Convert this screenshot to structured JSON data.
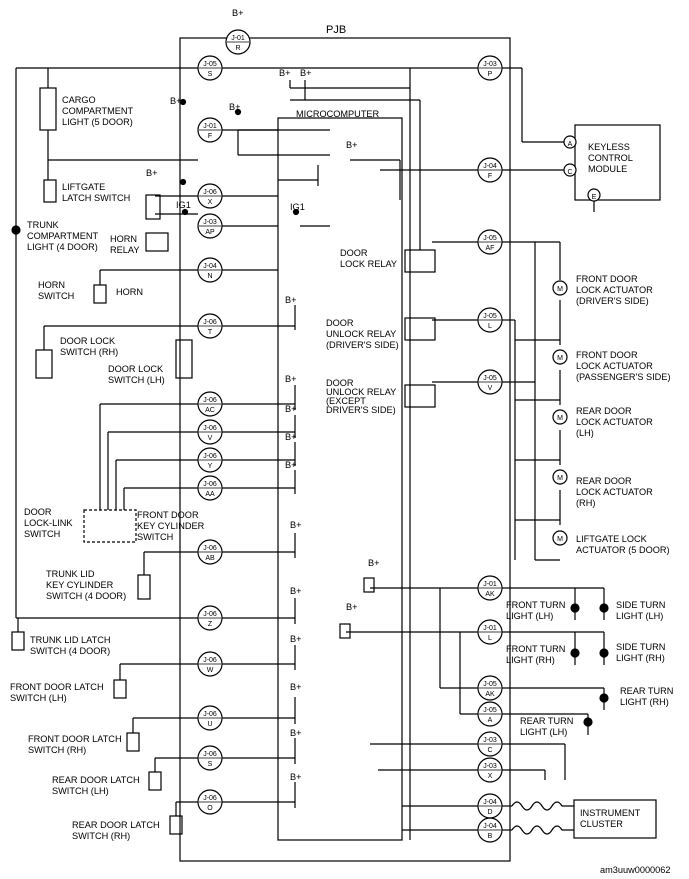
{
  "title": "PJB",
  "microcomputer": "MICROCOMPUTER",
  "bplus": "B+",
  "ig1": "IG1",
  "ref": "am3uuw0000062",
  "left_connectors": [
    {
      "id": "J-01",
      "pin": "R"
    },
    {
      "id": "J-05",
      "pin": "S"
    },
    {
      "id": "J-01",
      "pin": "F"
    },
    {
      "id": "J-06",
      "pin": "X"
    },
    {
      "id": "J-03",
      "pin": "AP"
    },
    {
      "id": "J-04",
      "pin": "N"
    },
    {
      "id": "J-06",
      "pin": "T"
    },
    {
      "id": "J-06",
      "pin": "AC"
    },
    {
      "id": "J-06",
      "pin": "V"
    },
    {
      "id": "J-06",
      "pin": "Y"
    },
    {
      "id": "J-06",
      "pin": "AA"
    },
    {
      "id": "J-06",
      "pin": "AB"
    },
    {
      "id": "J-06",
      "pin": "Z"
    },
    {
      "id": "J-06",
      "pin": "W"
    },
    {
      "id": "J-06",
      "pin": "U"
    },
    {
      "id": "J-06",
      "pin": "S"
    },
    {
      "id": "J-06",
      "pin": "O"
    }
  ],
  "right_connectors": [
    {
      "id": "J-03",
      "pin": "P"
    },
    {
      "id": "J-04",
      "pin": "F"
    },
    {
      "id": "J-05",
      "pin": "AF"
    },
    {
      "id": "J-05",
      "pin": "L"
    },
    {
      "id": "J-05",
      "pin": "V"
    },
    {
      "id": "J-01",
      "pin": "AK"
    },
    {
      "id": "J-01",
      "pin": "L"
    },
    {
      "id": "J-05",
      "pin": "AK"
    },
    {
      "id": "J-05",
      "pin": "A"
    },
    {
      "id": "J-03",
      "pin": "C"
    },
    {
      "id": "J-03",
      "pin": "X"
    },
    {
      "id": "J-04",
      "pin": "D"
    },
    {
      "id": "J-04",
      "pin": "B"
    }
  ],
  "labels": {
    "cargo": [
      "CARGO",
      "COMPARTMENT",
      "LIGHT (5 DOOR)"
    ],
    "liftgate_latch": [
      "LIFTGATE",
      "LATCH SWITCH"
    ],
    "trunk_light": [
      "TRUNK",
      "COMPARTMENT",
      "LIGHT (4 DOOR)"
    ],
    "horn_relay": [
      "HORN",
      "RELAY"
    ],
    "horn_switch": [
      "HORN",
      "SWITCH"
    ],
    "horn": "HORN",
    "door_lock_rh": [
      "DOOR LOCK",
      "SWITCH (RH)"
    ],
    "door_lock_lh": [
      "DOOR LOCK",
      "SWITCH (LH)"
    ],
    "door_lock_link": [
      "DOOR",
      "LOCK-LINK",
      "SWITCH"
    ],
    "front_key_cyl": [
      "FRONT DOOR",
      "KEY CYLINDER",
      "SWITCH"
    ],
    "trunk_key_cyl": [
      "TRUNK LID",
      "KEY CYLINDER",
      "SWITCH (4 DOOR)"
    ],
    "trunk_latch": [
      "TRUNK LID LATCH",
      "SWITCH (4 DOOR)"
    ],
    "fd_latch_lh": [
      "FRONT DOOR LATCH",
      "SWITCH (LH)"
    ],
    "fd_latch_rh": [
      "FRONT DOOR LATCH",
      "SWITCH (RH)"
    ],
    "rd_latch_lh": [
      "REAR DOOR LATCH",
      "SWITCH (LH)"
    ],
    "rd_latch_rh": [
      "REAR DOOR LATCH",
      "SWITCH (RH)"
    ],
    "keyless": [
      "KEYLESS",
      "CONTROL",
      "MODULE"
    ],
    "door_lock_relay": [
      "DOOR",
      "LOCK RELAY"
    ],
    "door_unlock_relay": [
      "DOOR",
      "UNLOCK RELAY",
      "(DRIVER'S SIDE)"
    ],
    "door_unlock_relay2": [
      "DOOR",
      "UNLOCK RELAY",
      "(EXCEPT",
      "DRIVER'S SIDE)"
    ],
    "fdla_driver": [
      "FRONT DOOR",
      "LOCK ACTUATOR",
      "(DRIVER'S SIDE)"
    ],
    "fdla_pass": [
      "FRONT DOOR",
      "LOCK ACTUATOR",
      "(PASSENGER'S SIDE)"
    ],
    "rdla_lh": [
      "REAR DOOR",
      "LOCK ACTUATOR",
      "(LH)"
    ],
    "rdla_rh": [
      "REAR DOOR",
      "LOCK ACTUATOR",
      "(RH)"
    ],
    "liftgate_lock": [
      "LIFTGATE LOCK",
      "ACTUATOR (5 DOOR)"
    ],
    "front_turn_lh": [
      "FRONT TURN",
      "LIGHT (LH)"
    ],
    "side_turn_lh": [
      "SIDE TURN",
      "LIGHT (LH)"
    ],
    "front_turn_rh": [
      "FRONT TURN",
      "LIGHT (RH)"
    ],
    "side_turn_rh": [
      "SIDE TURN",
      "LIGHT (RH)"
    ],
    "rear_turn_rh": [
      "REAR TURN",
      "LIGHT (RH)"
    ],
    "rear_turn_lh": [
      "REAR TURN",
      "LIGHT (LH)"
    ],
    "instrument": [
      "INSTRUMENT",
      "CLUSTER"
    ]
  },
  "module_pins": [
    "A",
    "C",
    "E"
  ],
  "motor_symbol": "M"
}
